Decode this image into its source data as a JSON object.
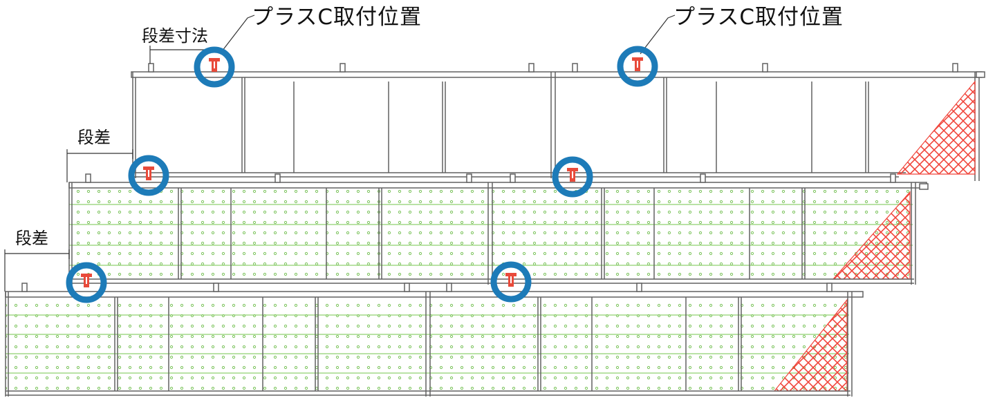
{
  "labels": {
    "callout_left": "プラスC取付位置",
    "callout_right": "プラスC取付位置",
    "step_dimension": "段差寸法",
    "step_upper": "段差",
    "step_lower": "段差"
  },
  "markers": {
    "count": 6,
    "ring_color": "#1d7bb8",
    "clip_color": "#e84a3a"
  },
  "colors": {
    "frame": "#606060",
    "mesh_dots": "#7cc35c",
    "mesh_lines": "#8fd06f",
    "net_hatch": "#f0443a"
  },
  "tiers": [
    {
      "name": "top",
      "panels": 2,
      "filled": false
    },
    {
      "name": "middle",
      "panels": 2,
      "filled": true
    },
    {
      "name": "bottom",
      "panels": 2,
      "filled": true
    }
  ]
}
